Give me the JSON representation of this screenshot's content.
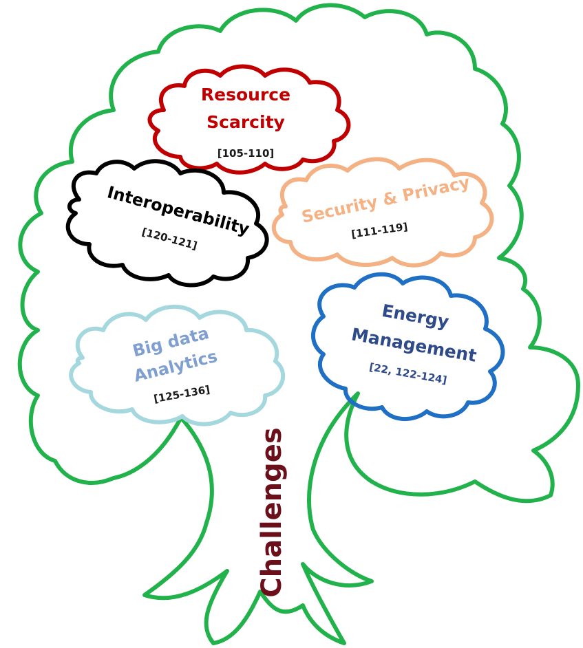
{
  "trunk_label": "Challenges",
  "clouds": {
    "resource": {
      "line1": "Resource",
      "line2": "Scarcity",
      "ref": "[105-110]",
      "color": "#c00000"
    },
    "interop": {
      "line1": "Interoperability",
      "ref": "[120-121]",
      "color": "#000000"
    },
    "security": {
      "line1": "Security & Privacy",
      "ref": "[111-119]",
      "color": "#f4b183"
    },
    "bigdata": {
      "line1": "Big data",
      "line2": "Analytics",
      "ref": "[125-136]",
      "color": "#a5d8de",
      "text_color": "#7f9fd0"
    },
    "energy": {
      "line1": "Energy",
      "line2": "Management",
      "ref": "[22, 122-124]",
      "color": "#1f6fc4",
      "text_color": "#2f4a8a"
    }
  },
  "colors": {
    "tree_outline": "#22b24c",
    "trunk_label": "#6b0f1a"
  }
}
